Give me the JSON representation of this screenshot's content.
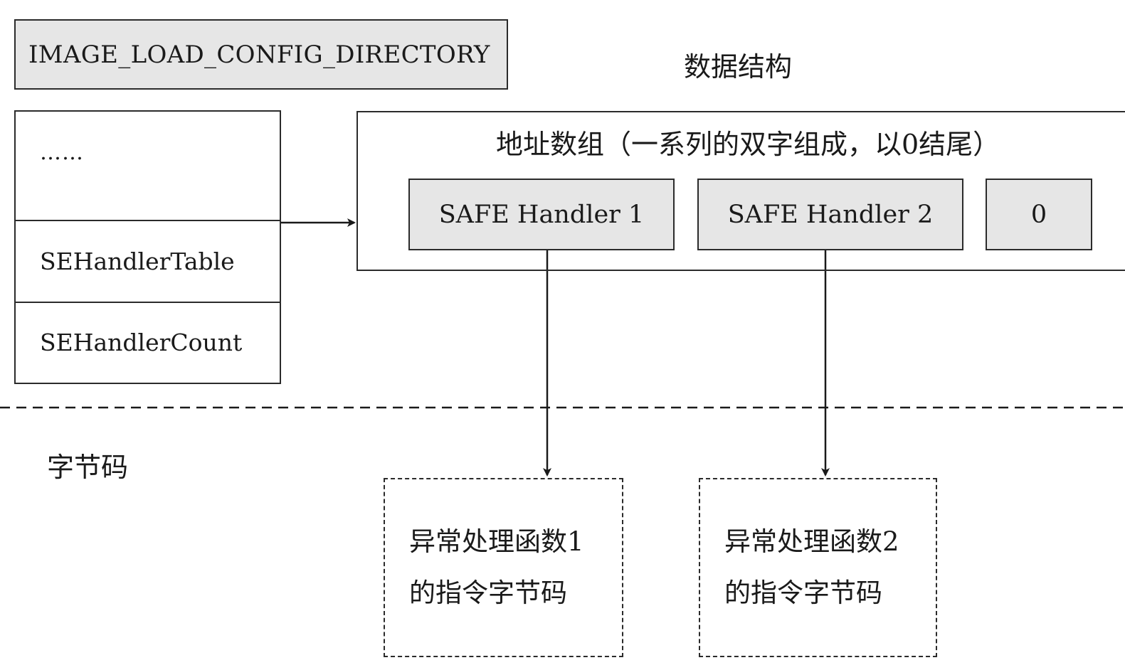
{
  "struct_name": "IMAGE_LOAD_CONFIG_DIRECTORY",
  "data_structure_label": "数据结构",
  "struct_fields": [
    "……",
    "SEHandlerTable",
    "SEHandlerCount"
  ],
  "address_array": {
    "title": "地址数组（一系列的双字组成，以0结尾）",
    "entries": [
      "SAFE Handler 1",
      "SAFE Handler 2",
      "0"
    ]
  },
  "bytecode_label": "字节码",
  "handler_functions": [
    {
      "line1": "异常处理函数1",
      "line2": "的指令字节码"
    },
    {
      "line1": "异常处理函数2",
      "line2": "的指令字节码"
    }
  ]
}
